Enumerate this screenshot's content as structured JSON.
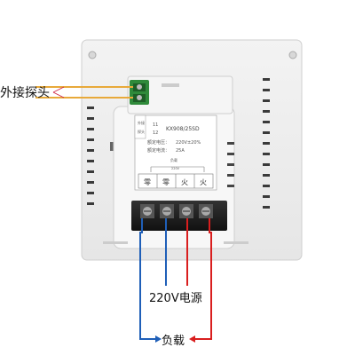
{
  "labels": {
    "probe": "外接探头",
    "power": "220V电源",
    "load": "负载"
  },
  "panel": {
    "model": "KX908/25SD",
    "rated_voltage_label": "额定电压：",
    "rated_voltage_value": "220V±20%",
    "rated_current_label": "额定电流：",
    "rated_current_value": "25A",
    "side_label_top": "外接",
    "side_label_bottom": "探头",
    "side_num_1": "11",
    "side_num_2": "12",
    "bracket_label_top": "负载",
    "bracket_label_bottom": "220V",
    "terminals": [
      "零",
      "零",
      "火",
      "火"
    ]
  },
  "colors": {
    "neutral_wire": "#1f5fb8",
    "live_wire": "#d91e1e",
    "probe_wire": "#e8a93a",
    "terminal_green": "#2f8a3a"
  }
}
